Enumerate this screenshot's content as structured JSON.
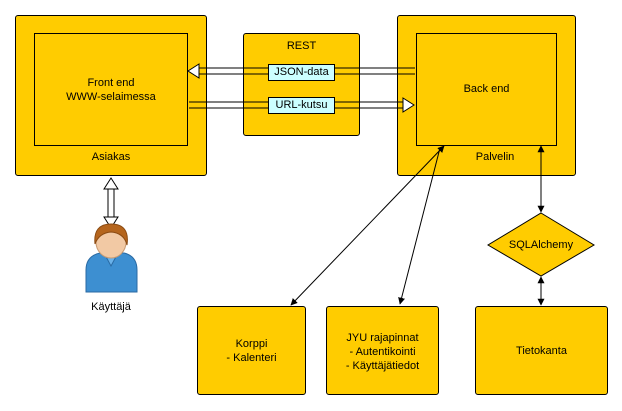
{
  "nodes": {
    "asiakas": {
      "label": "Asiakas"
    },
    "frontend": {
      "line1": "Front end",
      "line2": "WWW-selaimessa"
    },
    "rest": {
      "label": "REST",
      "json_label": "JSON-data",
      "url_label": "URL-kutsu"
    },
    "palvelin": {
      "label": "Palvelin"
    },
    "backend": {
      "label": "Back end"
    },
    "sqlalchemy": {
      "label": "SQLAlchemy"
    },
    "user": {
      "label": "Käyttäjä"
    },
    "korppi": {
      "line1": "Korppi",
      "line2": "- Kalenteri"
    },
    "jyu": {
      "line1": "JYU rajapinnat",
      "line2": "- Autentikointi",
      "line3": "- Käyttäjätiedot"
    },
    "tietokanta": {
      "label": "Tietokanta"
    }
  },
  "colors": {
    "box_fill": "#ffcc00",
    "tag_fill": "#ccffff",
    "stroke": "#000000",
    "user_hair": "#b5651d",
    "user_skin": "#f2c9a4",
    "user_shirt": "#3d8fd1"
  },
  "icons": {
    "user": "user-icon"
  }
}
